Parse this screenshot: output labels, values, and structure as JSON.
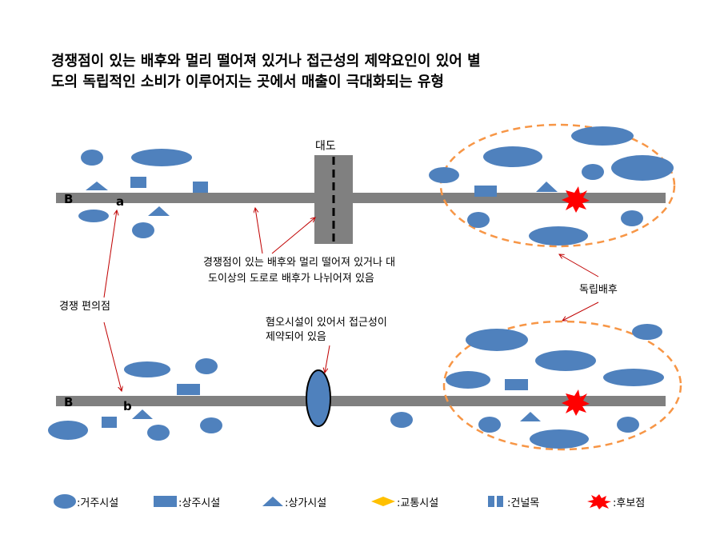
{
  "title": {
    "line1": "경쟁점이 있는 배후와 멀리 떨어져 있거나 접근성의 제약요인이 있어 별",
    "line2": "도의 독립적인 소비가 이루어지는 곳에서 매출이 극대화되는 유형"
  },
  "diagram": {
    "road_label": "대도",
    "point_B": "B",
    "point_a": "a",
    "point_b": "b",
    "competing_label": "경쟁 편의점",
    "barrier_note_line1": "경쟁점이 있는 배후와 멀리 떨어져 있거나 대",
    "barrier_note_line2": "도이상의 도로로 배후가 나뉘어져 있음",
    "independent_label": "독립배후",
    "aversion_note_line1": "혐오시설이 있어서 접근성이",
    "aversion_note_line2": "제약되어 있음"
  },
  "legend": {
    "residential": ":거주시설",
    "commercial_residential": ":상주시설",
    "retail": ":상가시설",
    "transport": ":교통시설",
    "crosswalk": ":건널목",
    "candidate": ":후보점"
  },
  "colors": {
    "shape_blue": "#4f81bd",
    "road_gray": "#808080",
    "circle_orange": "#f79646",
    "arrow_red": "#c00000",
    "star_red": "#ff0000",
    "transport_yellow": "#ffc000"
  }
}
